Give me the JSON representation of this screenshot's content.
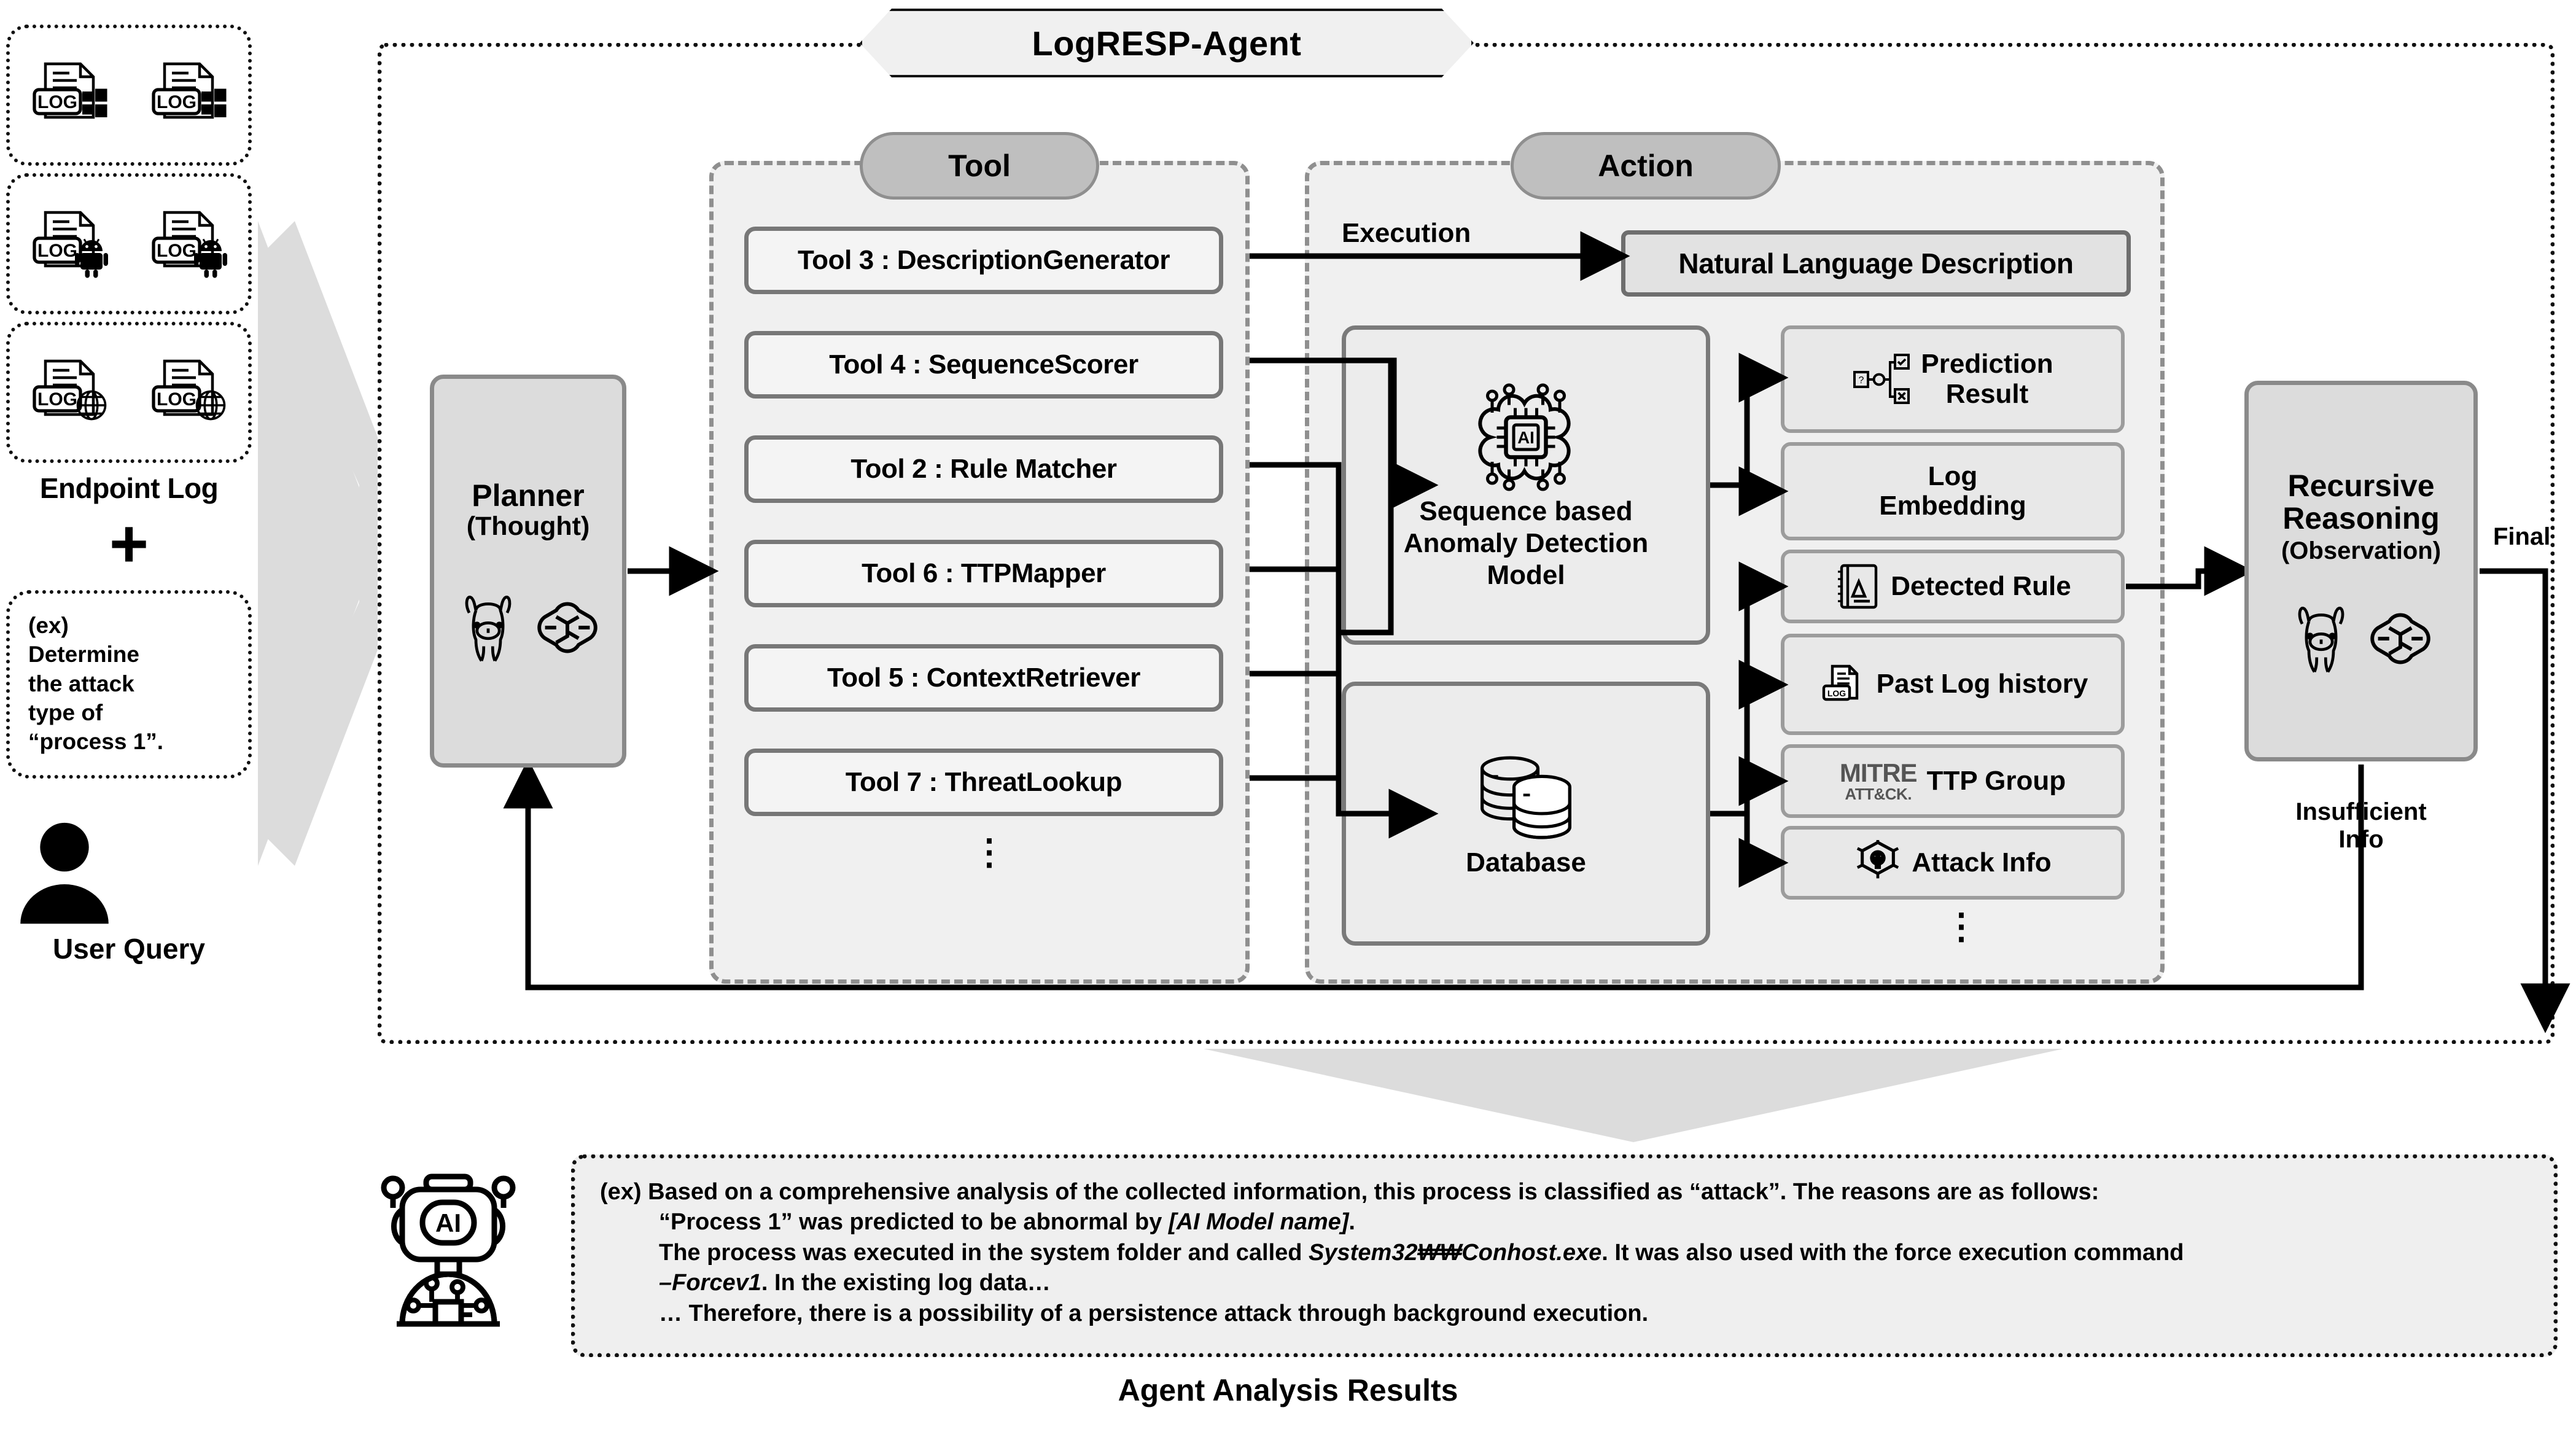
{
  "title": "LogRESP-Agent",
  "left": {
    "endpoint_label": "Endpoint Log",
    "plus": "+",
    "log_groups": [
      {
        "platform": "windows",
        "icons": [
          "log-windows-icon",
          "log-windows-icon"
        ]
      },
      {
        "platform": "android",
        "icons": [
          "log-android-icon",
          "log-android-icon"
        ]
      },
      {
        "platform": "web",
        "icons": [
          "log-web-icon",
          "log-web-icon"
        ]
      }
    ],
    "query": {
      "lines": [
        "(ex)",
        "Determine",
        "the attack",
        "type of",
        "“process 1”."
      ]
    },
    "user_label": "User Query"
  },
  "planner": {
    "title": "Planner",
    "subtitle": "(Thought)",
    "logos": [
      "llama-icon",
      "openai-icon"
    ]
  },
  "tool_panel": {
    "tab": "Tool",
    "items": [
      {
        "label": "Tool 3 : DescriptionGenerator"
      },
      {
        "label": "Tool 4 : SequenceScorer"
      },
      {
        "label": "Tool 2 : Rule Matcher"
      },
      {
        "label": "Tool 6 : TTPMapper"
      },
      {
        "label": "Tool 5 : ContextRetriever"
      },
      {
        "label": "Tool 7 : ThreatLookup"
      }
    ],
    "more": "⋮"
  },
  "action_panel": {
    "tab": "Action",
    "execution_label": "Execution",
    "natural_language_description": "Natural Language Description",
    "engines": [
      {
        "name": "Sequence based\nAnomaly Detection\nModel",
        "icon": "ai-chip-icon"
      },
      {
        "name": "Database",
        "icon": "database-icon"
      }
    ],
    "outputs": [
      {
        "label": "Prediction\nResult",
        "icon": "prediction-tree-icon"
      },
      {
        "label": "Log\nEmbedding",
        "icon": ""
      },
      {
        "label": "Detected Rule",
        "icon": "rule-book-icon"
      },
      {
        "label": "Past Log history",
        "icon": "log-history-icon"
      },
      {
        "label": "TTP Group",
        "icon": "mitre-attack-icon",
        "icon_text": "MITRE ATT&CK."
      },
      {
        "label": "Attack Info",
        "icon": "attack-info-icon"
      }
    ],
    "more": "⋮"
  },
  "recursive": {
    "title": "Recursive\nReasoning",
    "subtitle": "(Observation)",
    "logos": [
      "llama-icon",
      "openai-icon"
    ],
    "final_label": "Final",
    "insufficient_label": "Insufficient\nInfo"
  },
  "result": {
    "robot_icon": "ai-robot-icon",
    "lines": [
      "(ex)  Based on a comprehensive analysis of the collected information, this process is classified as “attack”. The reasons are as follows:",
      "“Process 1” was predicted to be abnormal by [AI Model name].",
      "The process was executed in the system folder and called System32₩₩Conhost.exe. It was also used with the force execution command",
      "–Forcev1. In the existing log data…",
      "… Therefore, there is a possibility of a persistence attack through background execution."
    ],
    "caption": "Agent Analysis Results"
  },
  "colors": {
    "panel_fill": "#f0f0f0",
    "tab_fill": "#bfbfbf",
    "box_fill": "#e8e8e8",
    "border_gray": "#8f8f8f",
    "arrow_gray": "#dcdcdc",
    "stroke_black": "#111111"
  }
}
